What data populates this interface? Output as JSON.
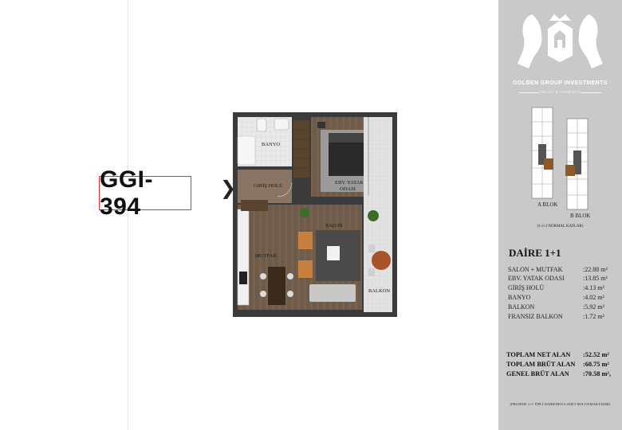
{
  "listing": {
    "code": "GGI-394"
  },
  "brand": {
    "name": "GOLDEN GROUP INVESTMENTS",
    "tagline": "TRUST & HONESTY"
  },
  "blocks": {
    "a_label": "A BLOK",
    "b_label": "B BLOK",
    "floors_note": "(1-2-3 NORMAL KATLAR)"
  },
  "plan": {
    "rooms": {
      "banyo": "BANYO",
      "yatak_line1": "EBV. YATAK",
      "yatak_line2": "ODASI",
      "giris": "GİRİŞ HOLÜ",
      "salon": "SALON",
      "mutfak": "MUTFAK",
      "balkon": "BALKON"
    }
  },
  "unit": {
    "title": "DAİRE 1+1",
    "areas": [
      {
        "name": "SALON + MUTFAK",
        "value": ":22.88 m²"
      },
      {
        "name": "EBV. YATAK ODASI",
        "value": ":13.85 m²"
      },
      {
        "name": "GİRİŞ HOLÜ",
        "value": ":4.13 m²"
      },
      {
        "name": "BANYO",
        "value": ":4.02 m²"
      },
      {
        "name": "BALKON",
        "value": ":5.92 m²"
      },
      {
        "name": "FRANSIZ BALKON",
        "value": ":1.72 m²"
      }
    ],
    "totals": [
      {
        "name": "TOPLAM NET ALAN",
        "value": ":52.52 m²"
      },
      {
        "name": "TOPLAM BRÜT ALAN",
        "value": ":60.75 m²"
      },
      {
        "name": "GENEL BRÜT ALAN",
        "value": ":70.58 m²,"
      }
    ],
    "footnote": "(PROJEDE 1+1 TİPLİ DAİREDEN 6 ADET BULUNMAKTADIR)"
  }
}
